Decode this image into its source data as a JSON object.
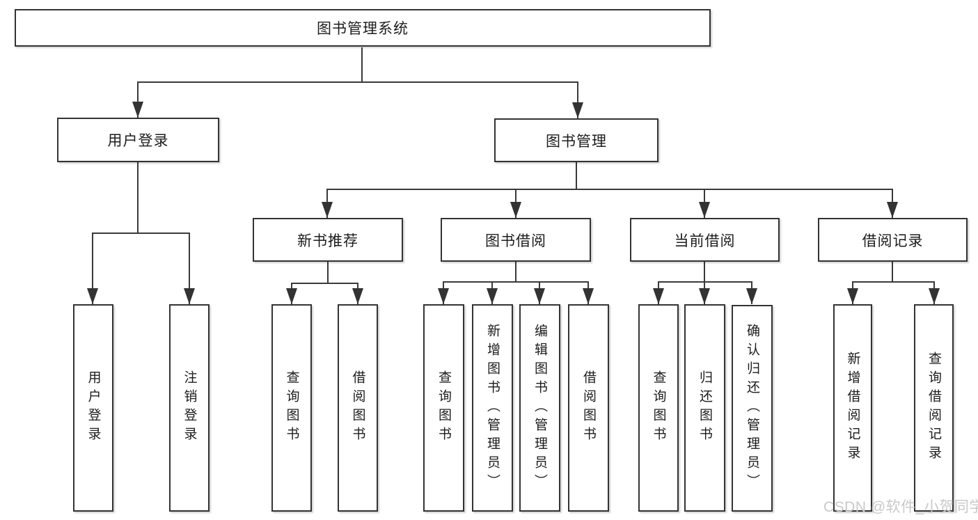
{
  "diagram": {
    "root": "图书管理系统",
    "level2": [
      "用户登录",
      "图书管理"
    ],
    "level3": [
      "新书推荐",
      "图书借阅",
      "当前借阅",
      "借阅记录"
    ],
    "leaves": {
      "user_login": [
        "用户登录",
        "注销登录"
      ],
      "new_books": [
        "查询图书",
        "借阅图书"
      ],
      "borrowing": [
        "查询图书",
        "新增图书（管理员）",
        "编辑图书（管理员）",
        "借阅图书"
      ],
      "current": [
        "查询图书",
        "归还图书",
        "确认归还（管理员）"
      ],
      "records": [
        "新增借阅记录",
        "查询借阅记录"
      ]
    },
    "colors": {
      "line": "#333333",
      "box_border": "#333333",
      "box_fill": "#ffffff",
      "text": "#1c1c1c"
    }
  },
  "watermark": {
    "text": "CSDN @软件_小贺同学",
    "color": "#c9c9c9"
  }
}
